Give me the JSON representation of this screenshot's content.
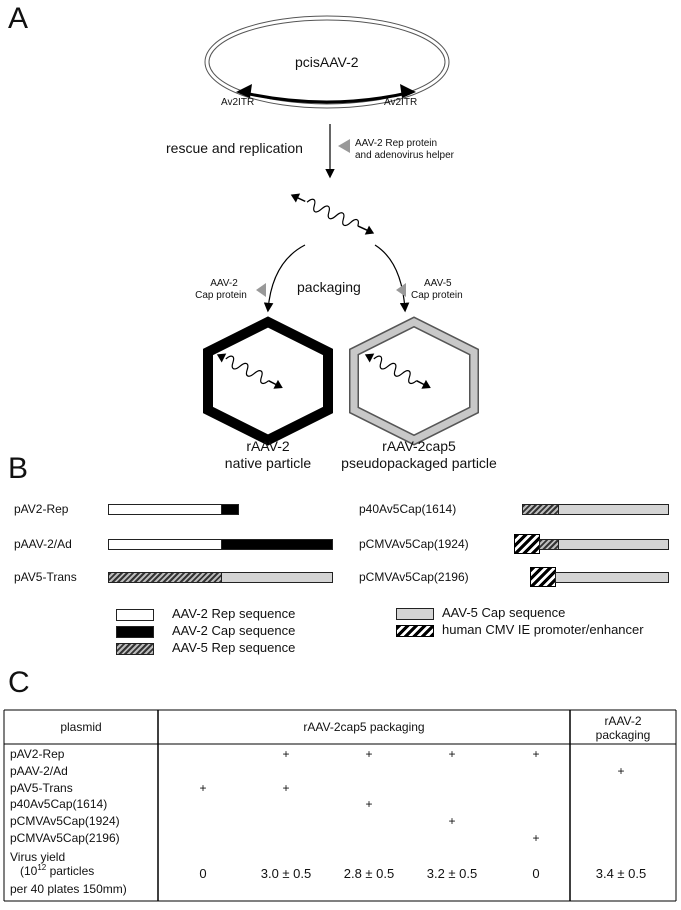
{
  "panel_labels": {
    "a": "A",
    "b": "B",
    "c": "C"
  },
  "panel_a": {
    "plasmid_name": "pcisAAV-2",
    "itr_left": "Av2ITR",
    "itr_right": "Av2ITR",
    "step1_label": "rescue and replication",
    "helper_line1": "AAV-2 Rep protein",
    "helper_line2": "and adenovirus helper",
    "packaging_label": "packaging",
    "left_cap_line1": "AAV-2",
    "left_cap_line2": "Cap protein",
    "right_cap_line1": "AAV-5",
    "right_cap_line2": "Cap protein",
    "left_particle_line1": "rAAV-2",
    "left_particle_line2": "native particle",
    "right_particle_line1": "rAAV-2cap5",
    "right_particle_line2": "pseudopackaged particle",
    "colors": {
      "native_capsid": "#000000",
      "pseudo_capsid": "#c8c8c8"
    }
  },
  "panel_b": {
    "constructs_left": [
      "pAV2-Rep",
      "pAAV-2/Ad",
      "pAV5-Trans"
    ],
    "constructs_right": [
      "p40Av5Cap(1614)",
      "pCMVAv5Cap(1924)",
      "pCMVAv5Cap(2196)"
    ],
    "legend": [
      "AAV-2 Rep sequence",
      "AAV-2 Cap sequence",
      "AAV-5 Rep sequence",
      "AAV-5 Cap sequence",
      "human CMV IE promoter/enhancer"
    ]
  },
  "panel_c": {
    "header_plasmid": "plasmid",
    "header_pseudo": "rAAV-2cap5 packaging",
    "header_native_line1": "rAAV-2",
    "header_native_line2": "packaging",
    "rows": [
      {
        "label": "pAV2-Rep",
        "cells": [
          "",
          "+",
          "+",
          "+",
          "+",
          ""
        ]
      },
      {
        "label": "pAAV-2/Ad",
        "cells": [
          "",
          "",
          "",
          "",
          "",
          "+"
        ]
      },
      {
        "label": "pAV5-Trans",
        "cells": [
          "+",
          "+",
          "",
          "",
          "",
          ""
        ]
      },
      {
        "label": "p40Av5Cap(1614)",
        "cells": [
          "",
          "",
          "+",
          "",
          "",
          ""
        ]
      },
      {
        "label": "pCMVAv5Cap(1924)",
        "cells": [
          "",
          "",
          "",
          "+",
          "",
          ""
        ]
      },
      {
        "label": "pCMVAv5Cap(2196)",
        "cells": [
          "",
          "",
          "",
          "",
          "+",
          ""
        ]
      }
    ],
    "yield_label_line1": "Virus yield",
    "yield_label_line2_pre": "(10",
    "yield_label_line2_sup": "12",
    "yield_label_line2_post": " particles",
    "yield_label_line3": "per 40 plates 150mm)",
    "yields": [
      "0",
      "3.0 ± 0.5",
      "2.8 ± 0.5",
      "3.2 ± 0.5",
      "0",
      "3.4 ± 0.5"
    ]
  }
}
